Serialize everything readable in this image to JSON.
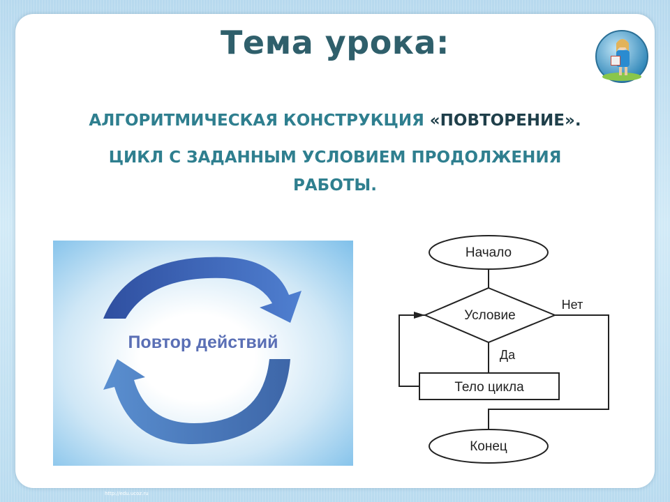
{
  "slide": {
    "title": "Тема урока:",
    "subtitle_line1_part1": "АЛГОРИТМИЧЕСКАЯ КОНСТРУКЦИЯ ",
    "subtitle_line1_part2": "«ПОВТОРЕНИЕ».",
    "subtitle_line2a": "ЦИКЛ С ЗАДАННЫМ УСЛОВИЕМ ПРОДОЛЖЕНИЯ",
    "subtitle_line2b": "РАБОТЫ.",
    "footer_url": "http://edu.ucoz.ru"
  },
  "cycle_diagram": {
    "label": "Повтор действий",
    "colors": {
      "arrow_top": "#3a5fb0",
      "arrow_bottom": "#4a7fc4",
      "text": "#5a6fb5"
    }
  },
  "flowchart": {
    "start": "Начало",
    "condition": "Условие",
    "yes": "Да",
    "no": "Нет",
    "body": "Тело цикла",
    "end": "Конец"
  },
  "colors": {
    "title": "#2f5f6b",
    "subtitle_accent": "#2f7f8f",
    "subtitle_dark": "#1f3f4a"
  }
}
